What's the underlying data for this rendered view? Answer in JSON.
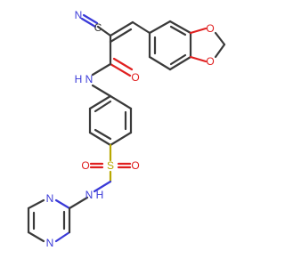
{
  "colors": {
    "carbon": "#3a3a3a",
    "nitrogen": "#3a3ad8",
    "oxygen": "#e02020",
    "sulfur": "#b8a800"
  },
  "atoms": {
    "n_nitrile": "N",
    "c_nitrile": "C",
    "o_diox_top": "O",
    "o_diox_bottom": "O",
    "n_amide": "N",
    "h_amide": "H",
    "o_amide": "O",
    "s_sulfonyl": "S",
    "o_sulfonyl_left": "O",
    "o_sulfonyl_right": "O",
    "n_sulfonamide": "N",
    "h_sulfonamide": "H",
    "n_pyrimidine_top": "N",
    "n_pyrimidine_bottom": "N"
  }
}
